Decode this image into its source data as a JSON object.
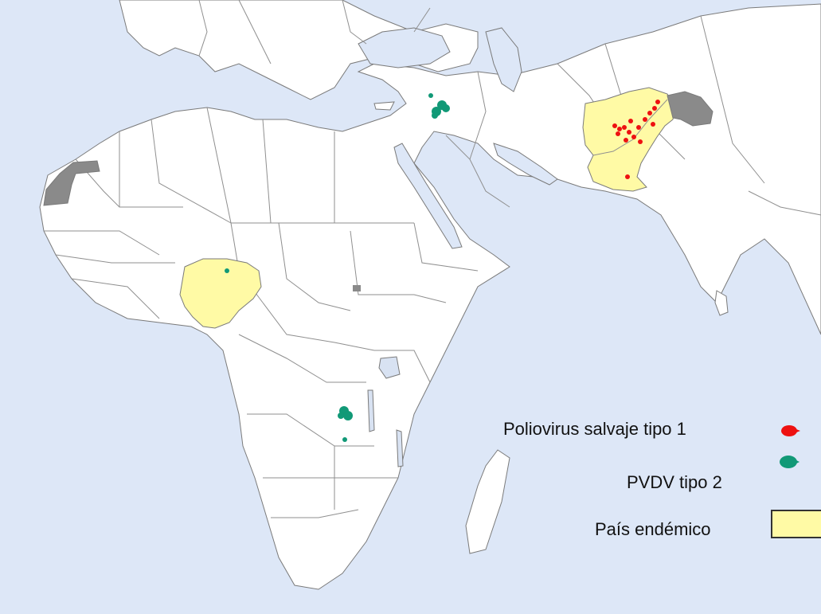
{
  "colors": {
    "ocean": "#dde7f7",
    "land": "#ffffff",
    "border": "#7a7a7a",
    "endemic": "#fffaa5",
    "disputed": "#8a8a8a",
    "lake": "#d8e2f2",
    "wild_type1": "#ee1111",
    "cvdpv2": "#119977"
  },
  "legend": {
    "wild_type1_label": "Poliovirus salvaje tipo 1",
    "cvdpv2_label": "PVDV tipo 2",
    "endemic_label": "País endémico",
    "wild_type1_icon": "red-dot-icon",
    "cvdpv2_icon": "green-dot-icon",
    "endemic_icon": "yellow-box-icon"
  },
  "endemic_countries": [
    "Nigeria",
    "Afganistán",
    "Pakistán"
  ]
}
